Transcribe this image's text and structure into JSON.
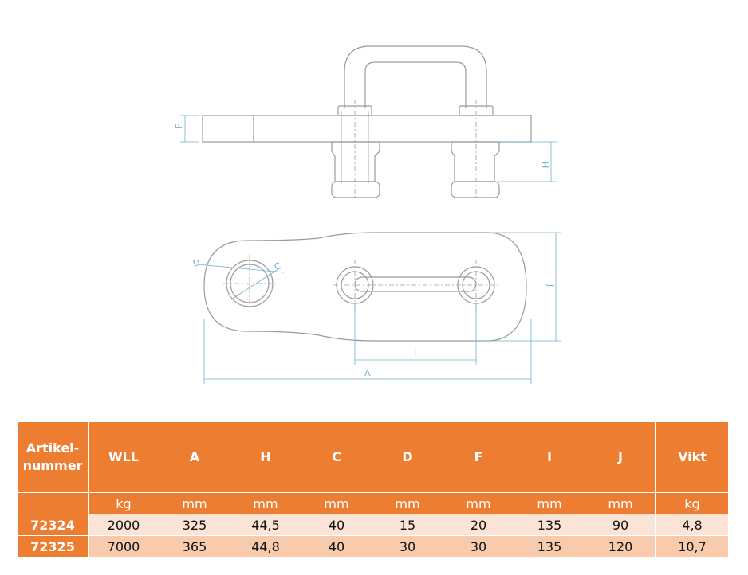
{
  "drawing": {
    "dimension_labels": {
      "F": "F",
      "H": "H",
      "D": "D",
      "C": "C",
      "J": "J",
      "I": "I",
      "A": "A"
    }
  },
  "table": {
    "headers": [
      "Artikel-\nnummer",
      "WLL",
      "A",
      "H",
      "C",
      "D",
      "F",
      "I",
      "J",
      "Vikt"
    ],
    "units": [
      "",
      "kg",
      "mm",
      "mm",
      "mm",
      "mm",
      "mm",
      "mm",
      "mm",
      "kg"
    ],
    "rows": [
      [
        "72324",
        "2000",
        "325",
        "44,5",
        "40",
        "15",
        "20",
        "135",
        "90",
        "4,8"
      ],
      [
        "72325",
        "7000",
        "365",
        "44,8",
        "40",
        "30",
        "30",
        "135",
        "120",
        "10,7"
      ]
    ]
  },
  "colors": {
    "header_bg": "#ed7d31",
    "row_light": "#fbe4d5",
    "row_mid": "#f8cbad",
    "line_gray": "#9a9a9a",
    "dimension_blue": "#6fb3c8"
  }
}
